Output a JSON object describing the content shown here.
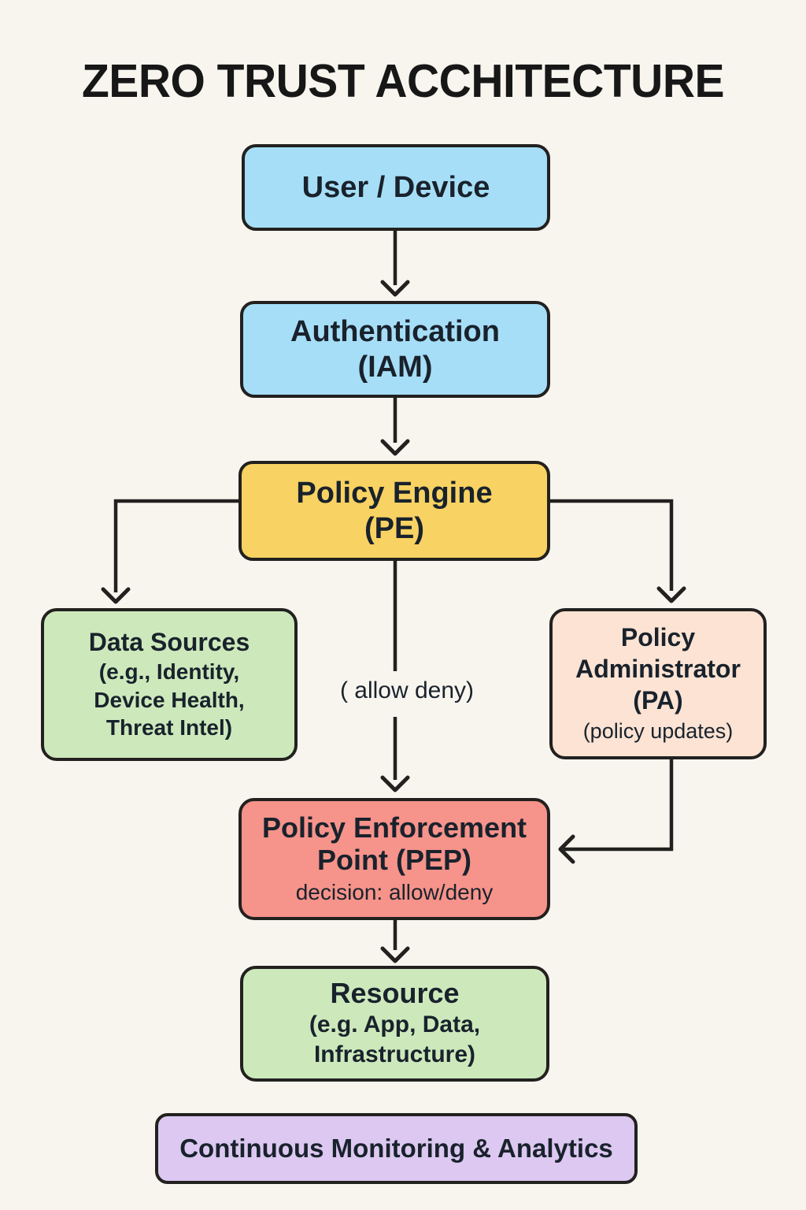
{
  "title": "ZERO TRUST ACCHITECTURE",
  "colors": {
    "background": "#f8f5ef",
    "line": "#22211f",
    "text": "#19222c",
    "title_text": "#171717",
    "blue": "#a6def7",
    "yellow": "#f8d262",
    "green": "#cde9bc",
    "peach": "#fce3d3",
    "red": "#f6938a",
    "purple": "#dcc8f1"
  },
  "nodes": {
    "user_device": {
      "label": "User / Device"
    },
    "authentication": {
      "line1": "Authentication",
      "line2": "(IAM)"
    },
    "policy_engine": {
      "line1": "Policy Engine",
      "line2": "(PE)"
    },
    "data_sources": {
      "title": "Data Sources",
      "sub1": "(e.g., Identity,",
      "sub2": "Device Health,",
      "sub3": "Threat Intel)"
    },
    "policy_administrator": {
      "title1": "Policy",
      "title2": "Administrator",
      "title3": "(PA)",
      "note": "(policy updates)"
    },
    "policy_enforcement_point": {
      "title1": "Policy Enforcement",
      "title2": "Point (PEP)",
      "note": "decision: allow/deny"
    },
    "resource": {
      "title": "Resource",
      "sub1": "(e.g. App, Data,",
      "sub2": "Infrastructure)"
    },
    "monitoring": {
      "label": "Continuous Monitoring & Analytics"
    }
  },
  "edge_labels": {
    "pe_to_pep": "( allow deny)"
  }
}
